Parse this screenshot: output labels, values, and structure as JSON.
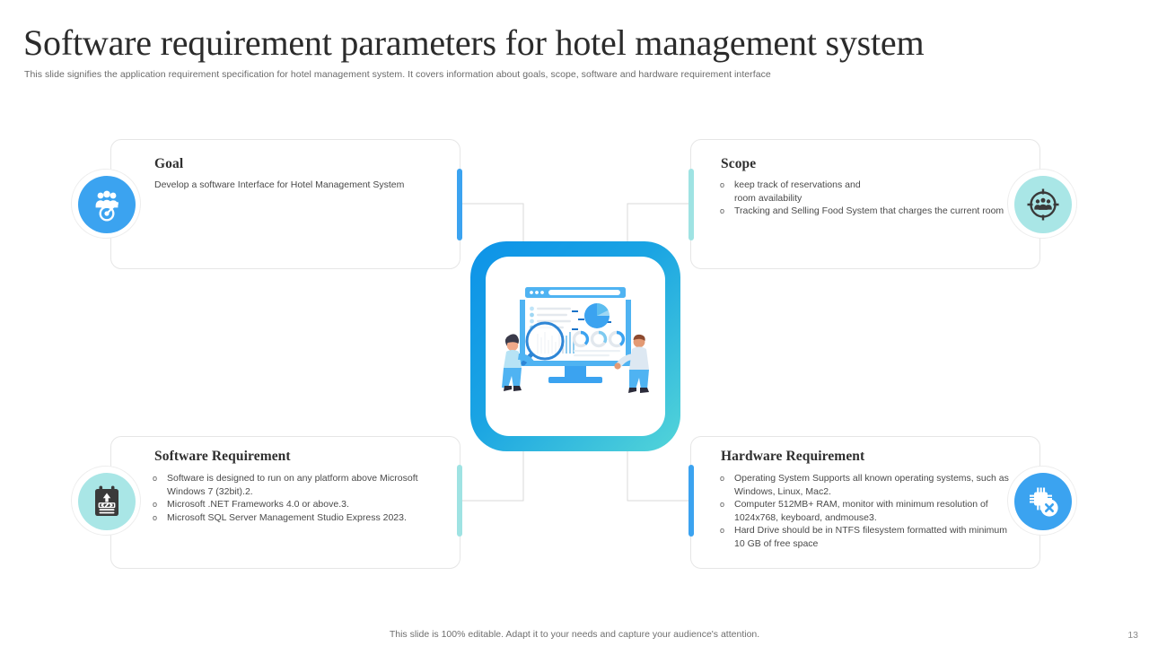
{
  "header": {
    "title": "Software requirement parameters for hotel management system",
    "subtitle": "This slide signifies the application requirement specification for hotel management  system. It covers information about goals, scope, software and hardware requirement interface"
  },
  "colors": {
    "blue": "#3BA3F0",
    "blue_dark": "#0d93e8",
    "teal": "#9FE3E3",
    "teal_light": "#A9E6E6",
    "icon_dark": "#3a3a3a",
    "card_border": "#e6e6e6",
    "connector": "#d9d9d9",
    "title_text": "#2b2b2b",
    "body_text": "#4a4a4a"
  },
  "cards": [
    {
      "id": "goal",
      "title": "Goal",
      "icon_name": "people-target-icon",
      "icon_circle_color": "#3BA3F0",
      "icon_glyph_color": "#ffffff",
      "accent_color": "#3BA3F0",
      "body_type": "plain",
      "body_text": "Develop a software Interface for Hotel Management System",
      "bullets": []
    },
    {
      "id": "scope",
      "title": "Scope",
      "icon_name": "crosshair-people-icon",
      "icon_circle_color": "#A9E6E6",
      "icon_glyph_color": "#3a3a3a",
      "accent_color": "#9FE3E3",
      "body_type": "bullets",
      "body_text": "",
      "bullets": [
        "keep track of reservations and\n room availability",
        "Tracking and Selling Food System that charges the current room"
      ]
    },
    {
      "id": "software-requirement",
      "title": "Software Requirement",
      "icon_name": "code-clipboard-icon",
      "icon_circle_color": "#A9E6E6",
      "icon_glyph_color": "#3a3a3a",
      "accent_color": "#9FE3E3",
      "body_type": "bullets",
      "body_text": "",
      "bullets": [
        "Software is designed to run on any platform above Microsoft Windows 7 (32bit).2.",
        "Microsoft .NET Frameworks 4.0 or above.3.",
        "Microsoft SQL Server Management Studio Express 2023."
      ]
    },
    {
      "id": "hardware-requirement",
      "title": "Hardware Requirement",
      "icon_name": "cpu-tools-icon",
      "icon_circle_color": "#3BA3F0",
      "icon_glyph_color": "#ffffff",
      "accent_color": "#3BA3F0",
      "body_type": "bullets",
      "body_text": "",
      "bullets": [
        "Operating System Supports all known operating systems, such as Windows, Linux, Mac2.",
        "Computer 512MB+ RAM,  monitor with minimum resolution of 1024x768, keyboard, andmouse3.",
        "Hard Drive  should be in NTFS filesystem formatted with minimum 10 GB of free space"
      ]
    }
  ],
  "center_graphic": {
    "name": "data-analysis-dashboard-illustration",
    "description": "Two people analyzing a desktop monitor dashboard with charts and a magnifying glass"
  },
  "footer": {
    "note": "This slide is 100% editable. Adapt it to your needs and capture your audience's attention.",
    "page_number": "13"
  }
}
